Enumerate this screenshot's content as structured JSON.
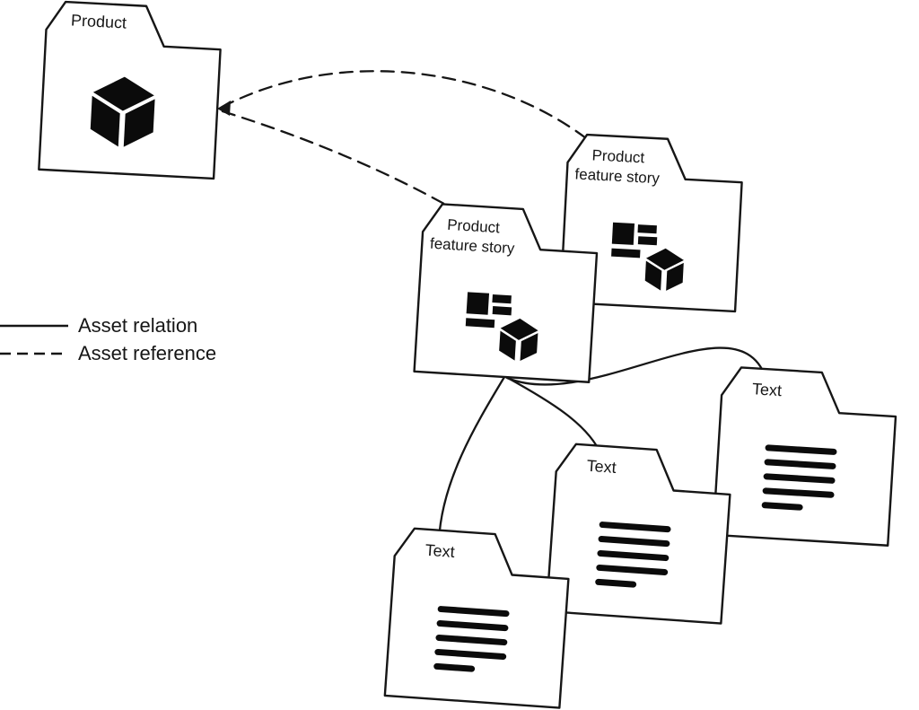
{
  "diagram": {
    "background": "#ffffff",
    "ink_color": "#161616",
    "legend": {
      "items": [
        {
          "label": "Asset relation",
          "line_style": "solid"
        },
        {
          "label": "Asset reference",
          "line_style": "dashed"
        }
      ]
    },
    "folders": [
      {
        "id": "product",
        "label": "Product",
        "icon": "cube-icon"
      },
      {
        "id": "product-feature-story-right",
        "label_line1": "Product",
        "label_line2": "feature story",
        "icon": "layout-cube-icon"
      },
      {
        "id": "product-feature-story-middle",
        "label_line1": "Product",
        "label_line2": "feature story",
        "icon": "layout-cube-icon"
      },
      {
        "id": "text-right",
        "label": "Text",
        "icon": "text-lines-icon"
      },
      {
        "id": "text-middle",
        "label": "Text",
        "icon": "text-lines-icon"
      },
      {
        "id": "text-bottom",
        "label": "Text",
        "icon": "text-lines-icon"
      }
    ],
    "connections": [
      {
        "from": "product-feature-story-right",
        "to": "product",
        "type": "asset-reference",
        "line": "dashed"
      },
      {
        "from": "product-feature-story-middle",
        "to": "product",
        "type": "asset-reference",
        "line": "dashed"
      },
      {
        "from": "product-feature-story-middle",
        "to": "text-right",
        "type": "asset-relation",
        "line": "solid"
      },
      {
        "from": "product-feature-story-middle",
        "to": "text-middle",
        "type": "asset-relation",
        "line": "solid"
      },
      {
        "from": "product-feature-story-middle",
        "to": "text-bottom",
        "type": "asset-relation",
        "line": "solid"
      }
    ]
  }
}
